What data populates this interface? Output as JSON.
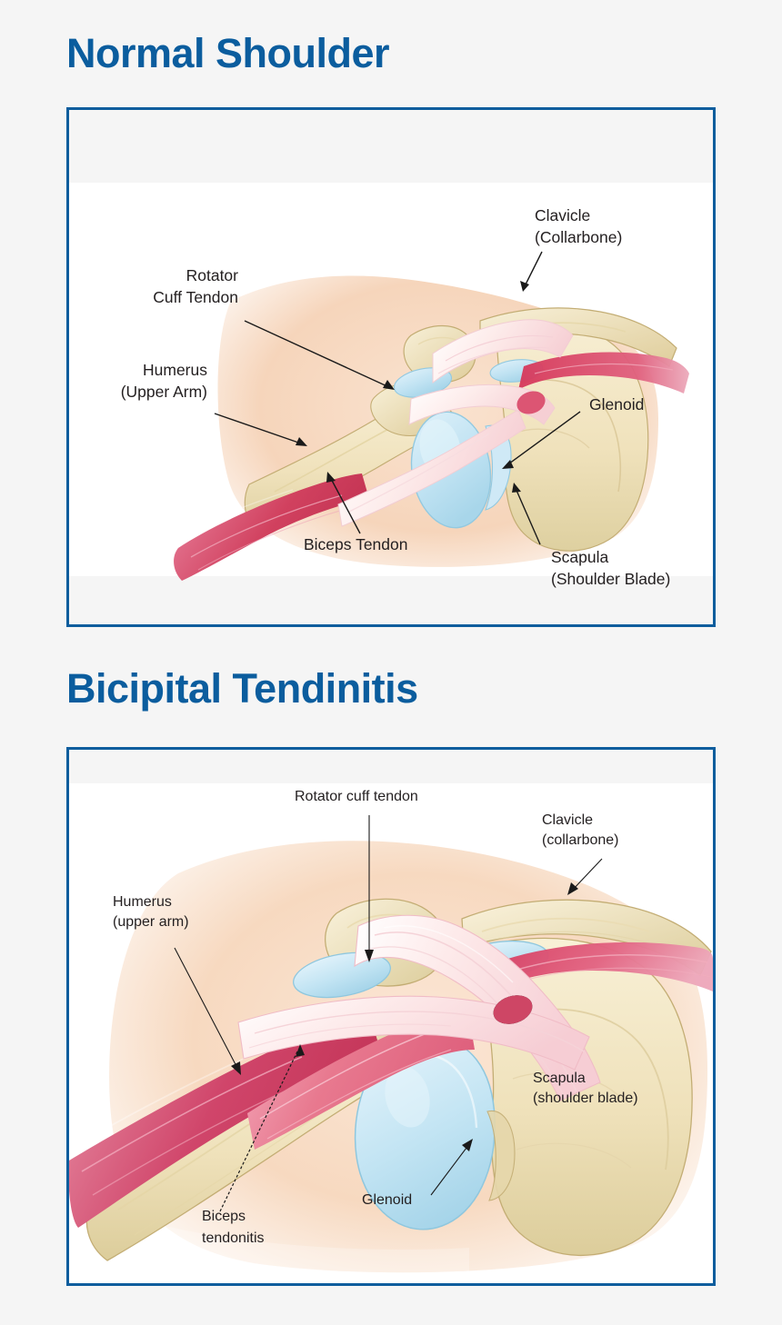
{
  "page": {
    "background_color": "#f5f5f5",
    "accent_color": "#0b5d9e",
    "frame_border_color": "#0d5d9d"
  },
  "sections": [
    {
      "id": "normal-shoulder",
      "title": "Normal Shoulder",
      "figure": {
        "caption_style": "title-case",
        "labels": [
          {
            "name": "clavicle",
            "line1": "Clavicle",
            "line2": "(Collarbone)"
          },
          {
            "name": "rotator-cuff-tendon",
            "line1": "Rotator",
            "line2": "Cuff Tendon"
          },
          {
            "name": "humerus",
            "line1": "Humerus",
            "line2": "(Upper Arm)"
          },
          {
            "name": "glenoid",
            "line1": "Glenoid",
            "line2": ""
          },
          {
            "name": "scapula",
            "line1": "Scapula",
            "line2": "(Shoulder Blade)"
          },
          {
            "name": "biceps-tendon",
            "line1": "Biceps Tendon",
            "line2": ""
          }
        ]
      }
    },
    {
      "id": "bicipital-tendinitis",
      "title": "Bicipital Tendinitis",
      "figure": {
        "caption_style": "sentence-case",
        "labels": [
          {
            "name": "rotator-cuff-tendon",
            "line1": "Rotator cuff tendon",
            "line2": ""
          },
          {
            "name": "clavicle",
            "line1": "Clavicle",
            "line2": "(collarbone)"
          },
          {
            "name": "humerus",
            "line1": "Humerus",
            "line2": "(upper arm)"
          },
          {
            "name": "scapula",
            "line1": "Scapula",
            "line2": "(shoulder blade)"
          },
          {
            "name": "glenoid",
            "line1": "Glenoid",
            "line2": ""
          },
          {
            "name": "biceps-tendonitis",
            "line1": "Biceps",
            "line2": "tendonitis"
          }
        ]
      }
    }
  ],
  "anatomy_colors": {
    "skin": "#f6d5bb",
    "skin_light": "#fbe6d6",
    "bone": "#f2e6c4",
    "bone_shade": "#e2d09a",
    "bone_outline": "#b9a268",
    "cartilage": "#bfe2f2",
    "cartilage_outline": "#8fc7de",
    "muscle": "#d94a6a",
    "muscle_light": "#e98ca4",
    "tendon": "#fbe0e2",
    "tendon_line": "#f0b9c2",
    "label_text": "#231f20"
  }
}
